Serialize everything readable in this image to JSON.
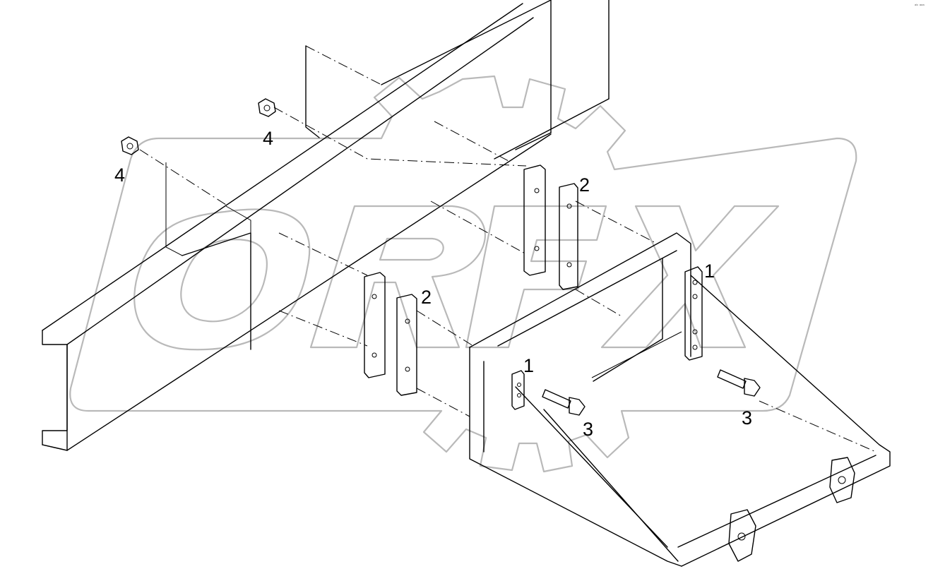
{
  "diagram": {
    "watermark_text": "ORFX",
    "corner_mark": "ᵃᵇ ᵃᵃᵃ",
    "callouts": [
      {
        "id": "c4a",
        "label": "4"
      },
      {
        "id": "c4b",
        "label": "4"
      },
      {
        "id": "c2a",
        "label": "2"
      },
      {
        "id": "c2b",
        "label": "2"
      },
      {
        "id": "c1a",
        "label": "1"
      },
      {
        "id": "c1b",
        "label": "1"
      },
      {
        "id": "c3a",
        "label": "3"
      },
      {
        "id": "c3b",
        "label": "3"
      }
    ]
  },
  "colors": {
    "line": "#000000",
    "watermark": "#b9b9b9",
    "background": "#ffffff"
  }
}
